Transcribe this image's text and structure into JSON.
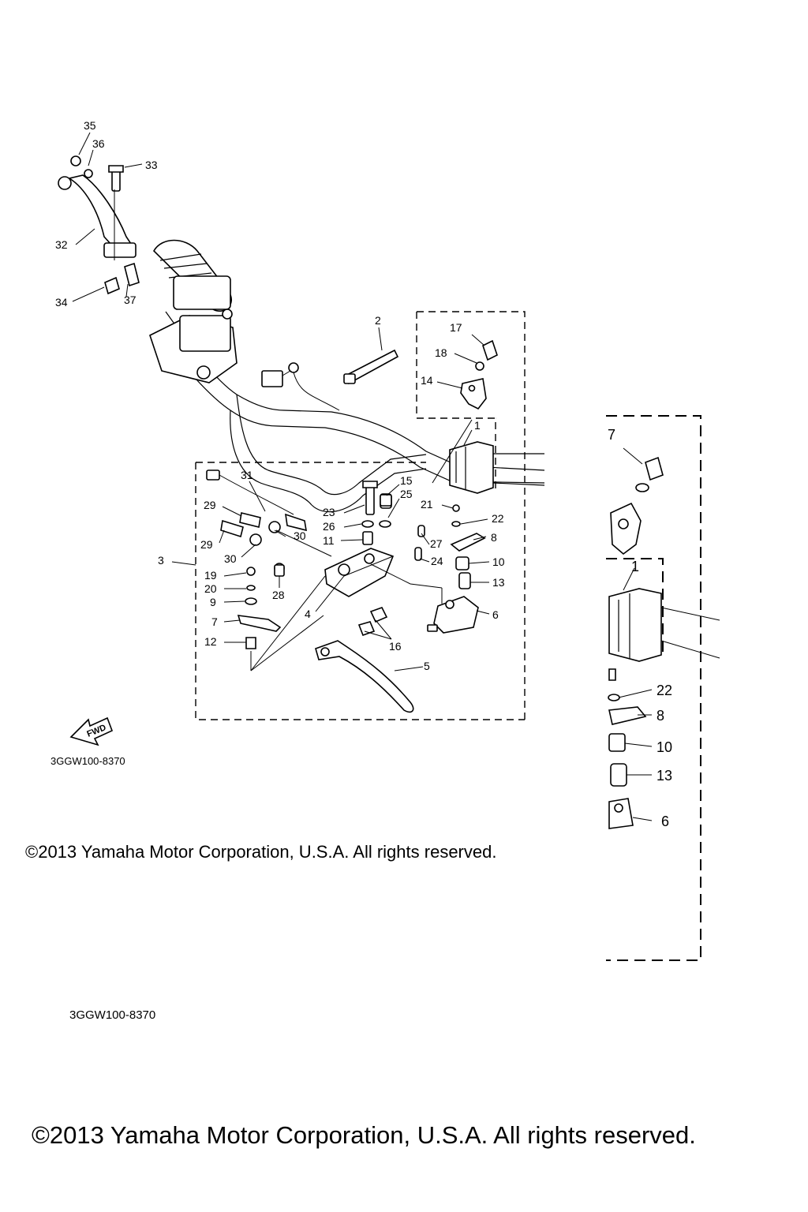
{
  "diagram": {
    "callouts": {
      "c35": "35",
      "c36": "36",
      "c33": "33",
      "c32": "32",
      "c34": "34",
      "c37": "37",
      "c2": "2",
      "c17": "17",
      "c18": "18",
      "c14": "14",
      "c1": "1",
      "c31": "31",
      "c15": "15",
      "c25": "25",
      "c23": "23",
      "c26": "26",
      "c21": "21",
      "c22": "22",
      "c29a": "29",
      "c29b": "29",
      "c30a": "30",
      "c30b": "30",
      "c11": "11",
      "c27": "27",
      "c8": "8",
      "c3": "3",
      "c19": "19",
      "c20": "20",
      "c9": "9",
      "c28": "28",
      "c24": "24",
      "c10": "10",
      "c13": "13",
      "c4": "4",
      "c7": "7",
      "c12": "12",
      "c6": "6",
      "c16": "16",
      "c5": "5"
    },
    "fwd_label": "FWD",
    "diagram_code": "3GGW100-8370",
    "copyright": "©2013 Yamaha Motor Corporation, U.S.A. All rights reserved."
  },
  "detail_view": {
    "callouts": {
      "c17": "7",
      "c1": "1",
      "c22": "22",
      "c8": "8",
      "c10": "10",
      "c13": "13",
      "c6": "6"
    }
  },
  "footer": {
    "diagram_code": "3GGW100-8370",
    "copyright": "©2013 Yamaha Motor Corporation, U.S.A. All rights reserved."
  }
}
